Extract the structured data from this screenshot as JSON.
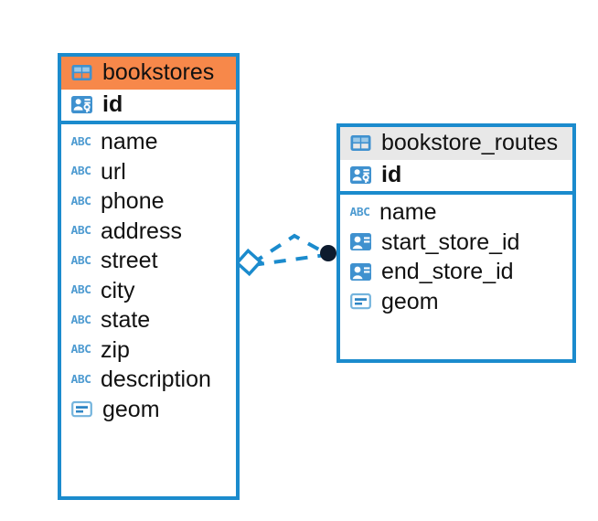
{
  "diagram": {
    "type": "entity-relationship-diagram",
    "background": "#ffffff",
    "accent_color": "#1b8bcd",
    "highlight_color": "#f7884a",
    "icon_blue": "#4e9bd1",
    "relationship": {
      "source_marker": "diamond-marker",
      "target_marker": "filled-circle-marker",
      "line_style": "dashed",
      "line_color": "#1b8bcd"
    },
    "entities": [
      {
        "id": "bookstores",
        "name": "bookstores",
        "header_icon": "table-icon",
        "header_background": "#f7884a",
        "selected": true,
        "primary_key": {
          "name": "id",
          "icon": "primary-key-icon"
        },
        "fields": [
          {
            "name": "name",
            "icon": "text-abc-icon"
          },
          {
            "name": "url",
            "icon": "text-abc-icon"
          },
          {
            "name": "phone",
            "icon": "text-abc-icon"
          },
          {
            "name": "address",
            "icon": "text-abc-icon"
          },
          {
            "name": "street",
            "icon": "text-abc-icon"
          },
          {
            "name": "city",
            "icon": "text-abc-icon"
          },
          {
            "name": "state",
            "icon": "text-abc-icon"
          },
          {
            "name": "zip",
            "icon": "text-abc-icon"
          },
          {
            "name": "description",
            "icon": "text-abc-icon"
          },
          {
            "name": "geom",
            "icon": "geometry-icon"
          }
        ]
      },
      {
        "id": "bookstore_routes",
        "name": "bookstore_routes",
        "header_icon": "table-icon",
        "header_background": "#e8e8e8",
        "selected": false,
        "primary_key": {
          "name": "id",
          "icon": "primary-key-icon"
        },
        "fields": [
          {
            "name": "name",
            "icon": "text-abc-icon"
          },
          {
            "name": "start_store_id",
            "icon": "foreign-key-icon"
          },
          {
            "name": "end_store_id",
            "icon": "foreign-key-icon"
          },
          {
            "name": "geom",
            "icon": "geometry-icon"
          }
        ]
      }
    ]
  }
}
